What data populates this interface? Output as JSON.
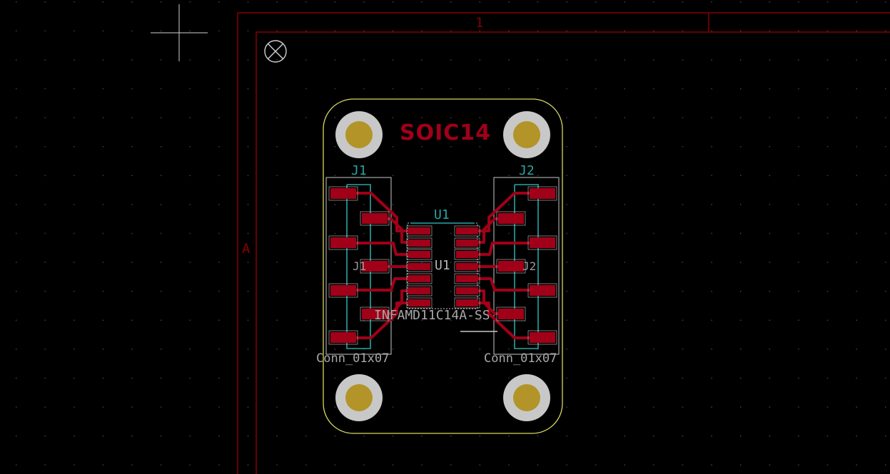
{
  "canvas": {
    "background": "#000000",
    "grid_color": "#4a4a4a",
    "sheet_border_color": "#840000",
    "edge_cuts_color": "#d8d860",
    "copper_color": "#a00018",
    "courtyard_color": "#c8c8c8",
    "silkscreen_ref_color": "#2aa3a3",
    "silk_value_color": "#a8a8a8",
    "hole_plating_color": "#c8c8c8",
    "hole_fill_color": "#b29428"
  },
  "sheet": {
    "column_label": "1",
    "row_label": "A"
  },
  "board": {
    "title": "SOIC14"
  },
  "footprints": {
    "j1": {
      "reference": "J1",
      "value": "Conn_01x07",
      "ghost_ref": "J1"
    },
    "j2": {
      "reference": "J2",
      "value": "Conn_01x07",
      "ghost_ref": "J2"
    },
    "u1": {
      "reference": "U1",
      "reference_center": "U1",
      "value": "INFAMD11C14A-SS"
    }
  },
  "icons": {
    "cursor": "crosshair-cursor-icon",
    "origin": "grid-origin-icon"
  }
}
